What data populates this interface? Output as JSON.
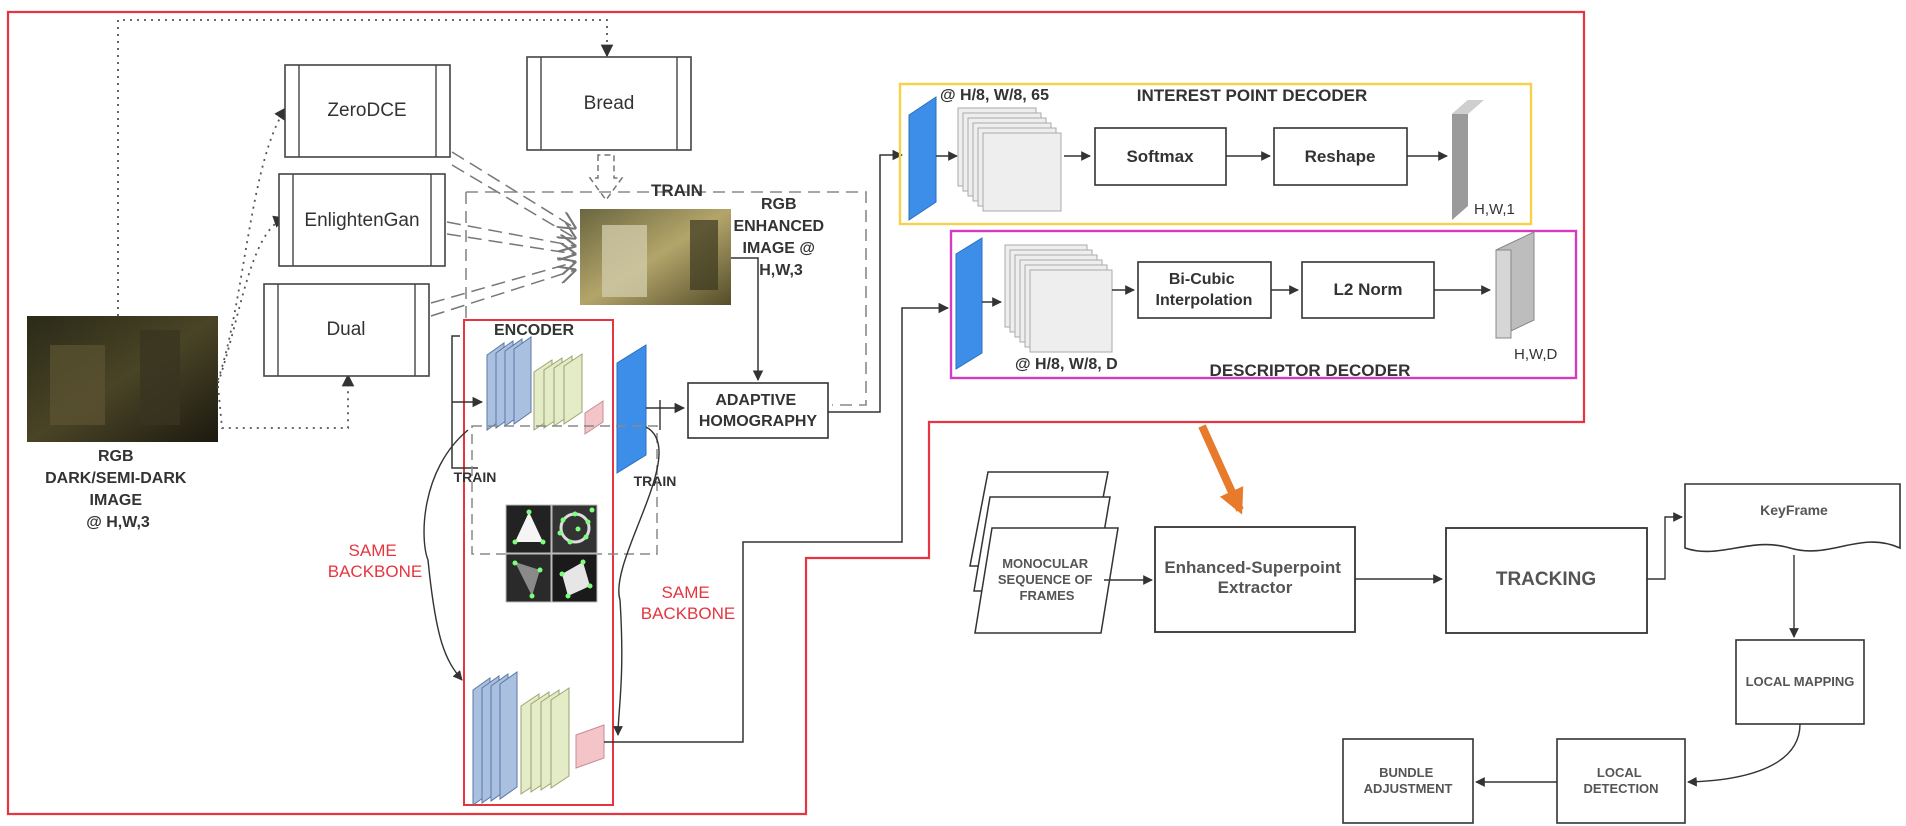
{
  "colors": {
    "outer_border": "#e53540",
    "interest_border": "#f5d24a",
    "descriptor_border": "#d23cc0",
    "encoder_border": "#e53540",
    "big_arrow": "#e87a2c",
    "red_text": "#e53540",
    "blue_slab": "#3d8ee8",
    "encoder_blue": "#a9c0e0",
    "encoder_green": "#e3ebc7",
    "encoder_pink": "#f3c4c8",
    "text_dark": "#333333"
  },
  "enhancers": {
    "zerodce": "ZeroDCE",
    "bread": "Bread",
    "enlightengan": "EnlightenGan",
    "dual": "Dual"
  },
  "labels": {
    "train_top": "TRAIN",
    "rgb_enhanced": [
      "RGB",
      "ENHANCED",
      "IMAGE @",
      "H,W,3"
    ],
    "rgb_dark": [
      "RGB",
      "DARK/SEMI-DARK",
      "IMAGE",
      "@ H,W,3"
    ],
    "encoder": "ENCODER",
    "train_left": "TRAIN",
    "train_right": "TRAIN",
    "same_backbone_left": [
      "SAME",
      "BACKBONE"
    ],
    "same_backbone_right": [
      "SAME",
      "BACKBONE"
    ],
    "adaptive_homography": [
      "ADAPTIVE",
      "HOMOGRAPHY"
    ]
  },
  "interest_decoder": {
    "title": "INTEREST POINT DECODER",
    "dims": "@ H/8, W/8, 65",
    "softmax": "Softmax",
    "reshape": "Reshape",
    "output": "H,W,1"
  },
  "descriptor_decoder": {
    "title": "DESCRIPTOR DECODER",
    "dims": "@ H/8, W/8, D",
    "bicubic": [
      "Bi-Cubic",
      "Interpolation"
    ],
    "l2norm": "L2 Norm",
    "output": "H,W,D"
  },
  "pipeline": {
    "frames": [
      "MONOCULAR",
      "SEQUENCE OF",
      "FRAMES"
    ],
    "extractor": [
      "Enhanced-Superpoint",
      "Extractor"
    ],
    "tracking": "TRACKING",
    "keyframe": "KeyFrame",
    "local_mapping": "LOCAL MAPPING",
    "local_detection": [
      "LOCAL",
      "DETECTION"
    ],
    "bundle_adjustment": [
      "BUNDLE",
      "ADJUSTMENT"
    ]
  }
}
